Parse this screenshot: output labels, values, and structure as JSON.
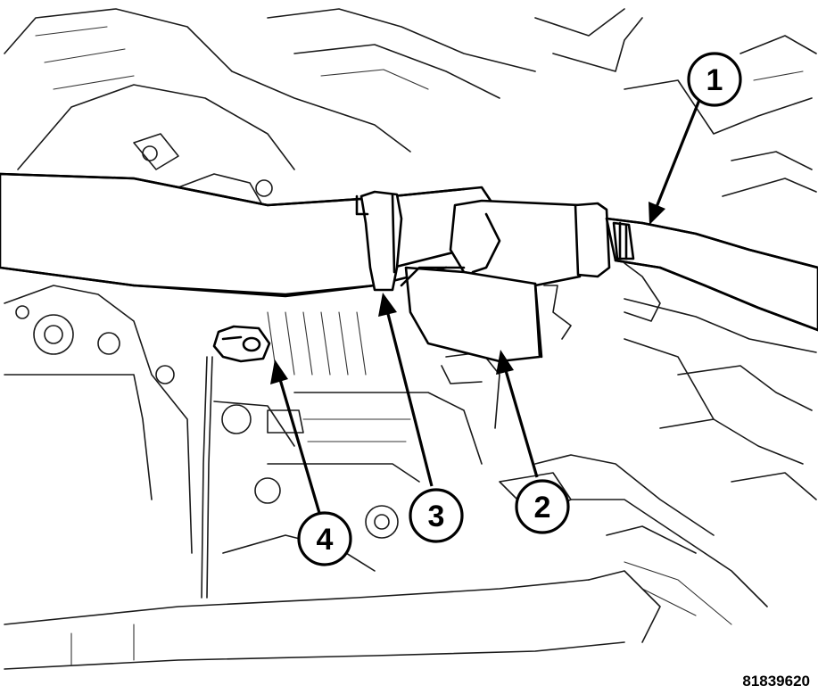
{
  "callouts": [
    {
      "id": "callout-1",
      "number": "1"
    },
    {
      "id": "callout-2",
      "number": "2"
    },
    {
      "id": "callout-3",
      "number": "3"
    },
    {
      "id": "callout-4",
      "number": "4"
    }
  ],
  "figure_id": "81839620"
}
